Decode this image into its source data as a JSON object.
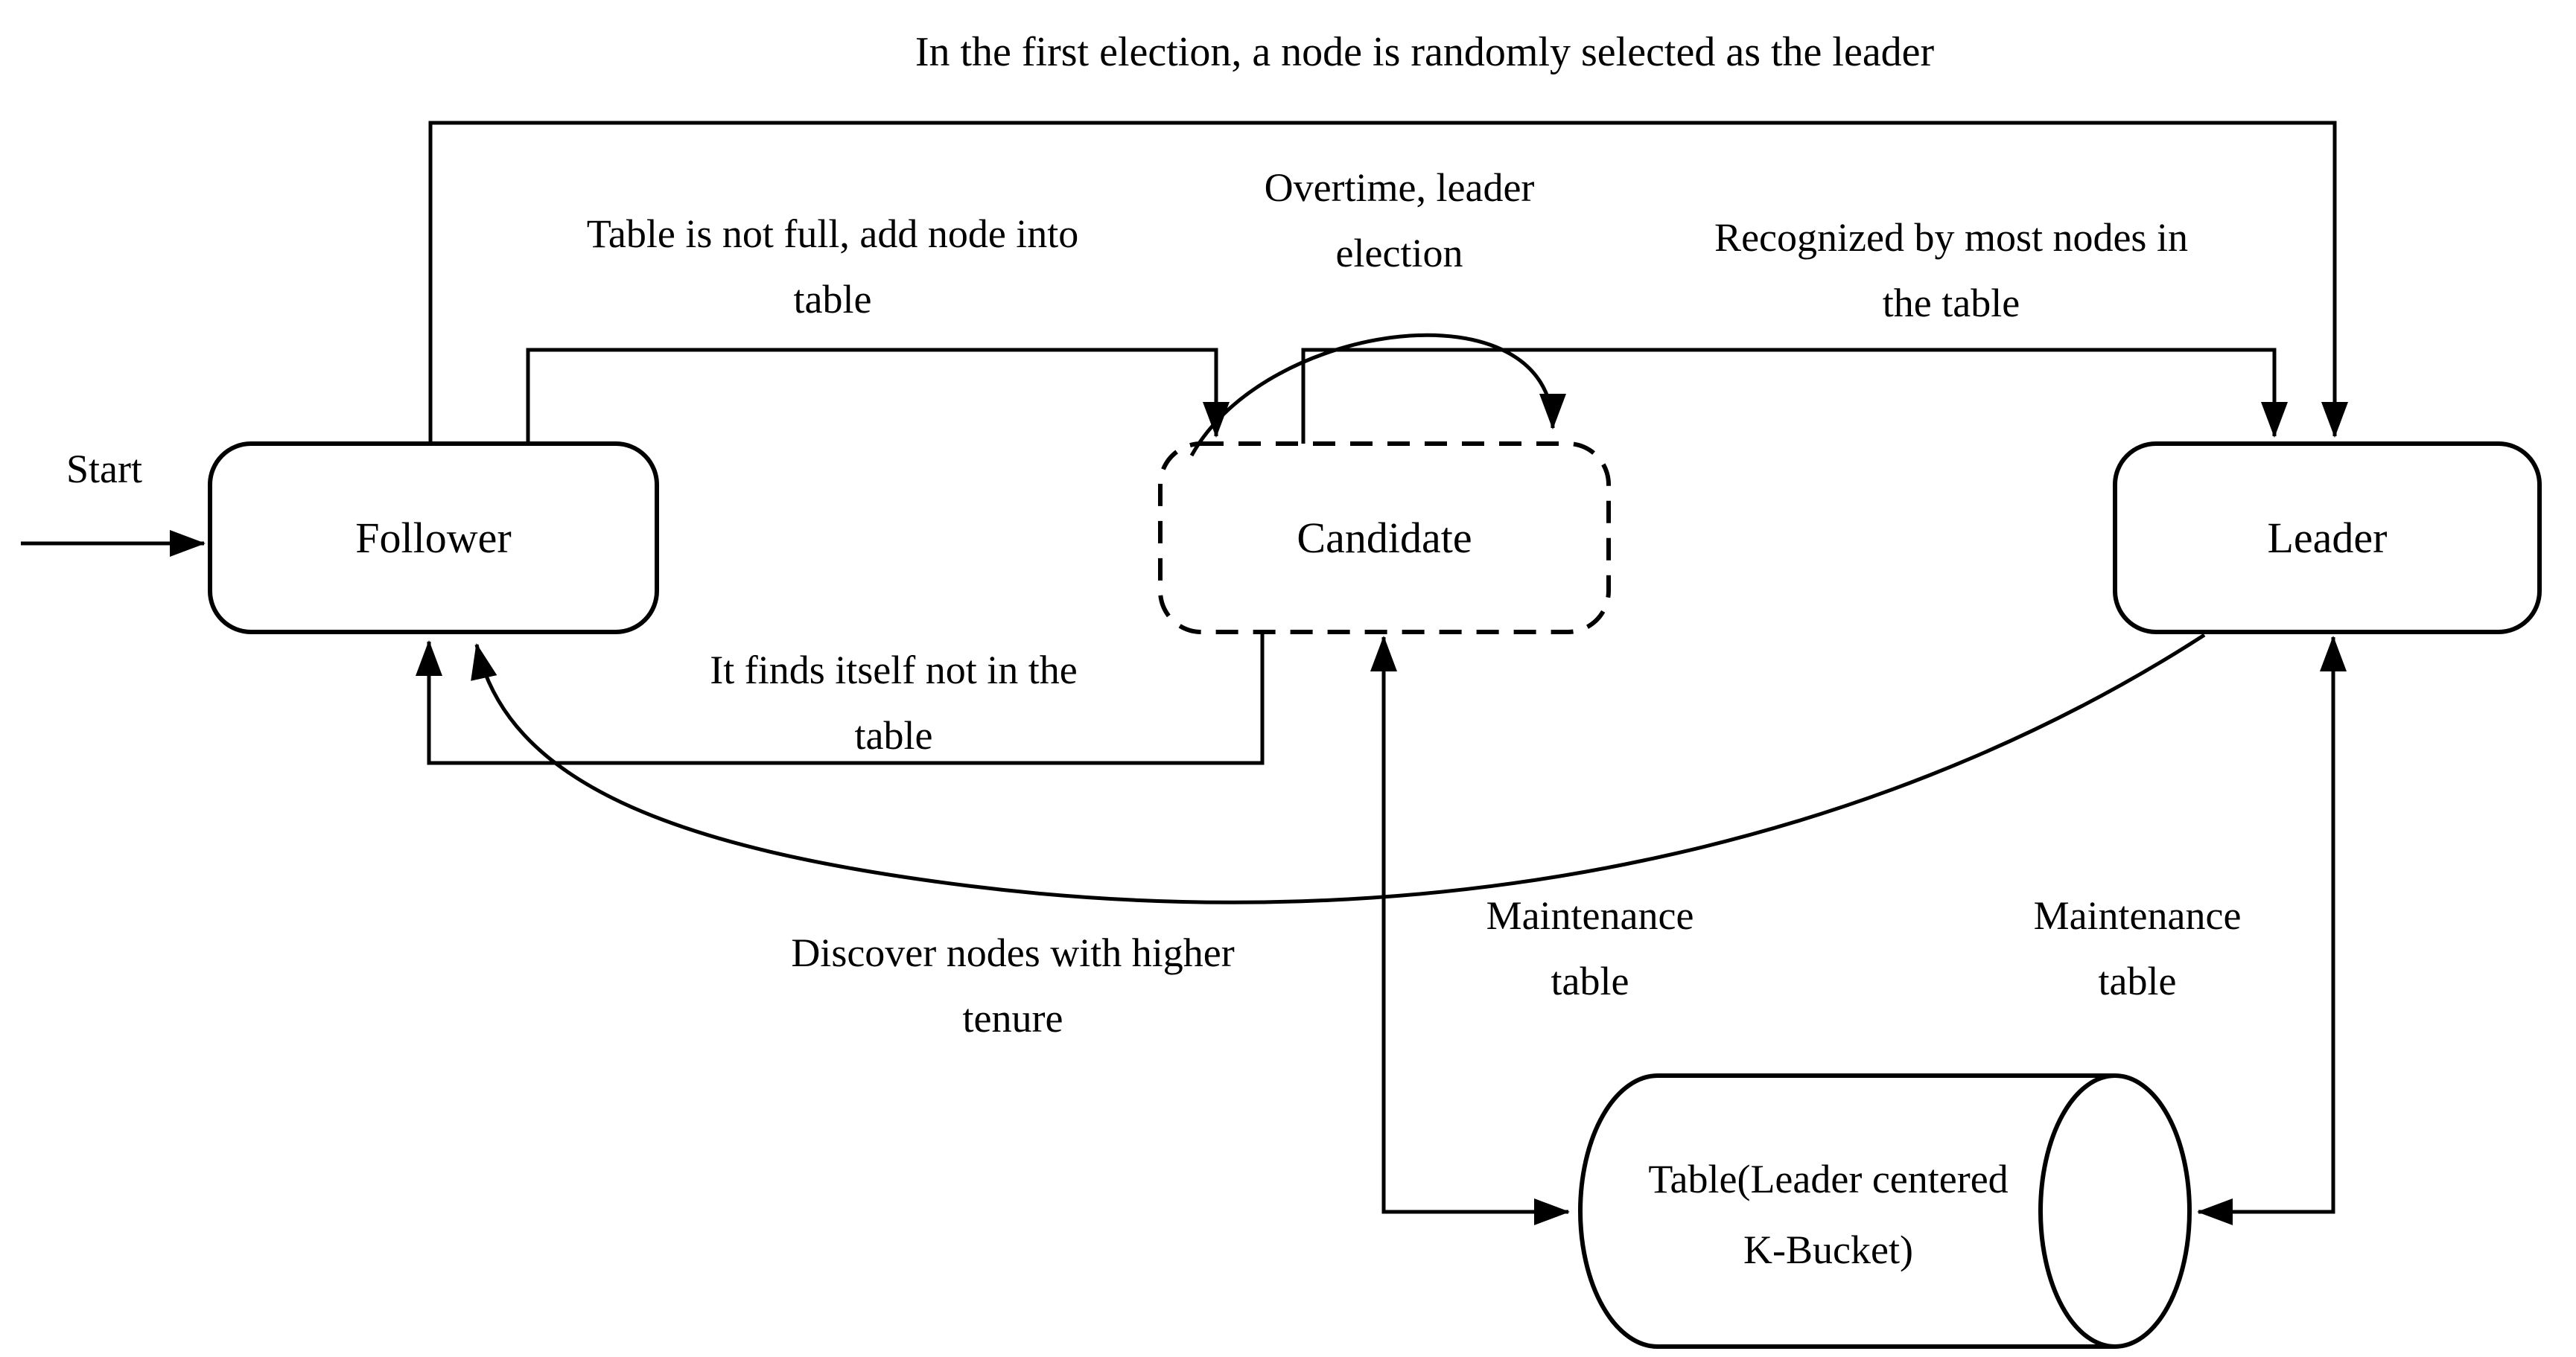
{
  "colors": {
    "background": "#ffffff",
    "stroke": "#000000",
    "text": "#000000"
  },
  "title": "In the first election, a node is randomly selected as the leader",
  "start_label": "Start",
  "nodes": {
    "follower": {
      "label": "Follower"
    },
    "candidate": {
      "label": "Candidate"
    },
    "leader": {
      "label": "Leader"
    },
    "table": {
      "line1": "Table(Leader centered",
      "line2": "K-Bucket)"
    }
  },
  "edges": {
    "add_node": {
      "line1": "Table is not full, add node into",
      "line2": "table"
    },
    "overtime": {
      "line1": "Overtime, leader",
      "line2": "election"
    },
    "recognized": {
      "line1": "Recognized by most nodes in",
      "line2": "the table"
    },
    "not_in_table": {
      "line1": "It finds itself not in the",
      "line2": "table"
    },
    "discover": {
      "line1": "Discover nodes with higher",
      "line2": "tenure"
    },
    "maintenance_candidate": {
      "line1": "Maintenance",
      "line2": "table"
    },
    "maintenance_leader": {
      "line1": "Maintenance",
      "line2": "table"
    }
  }
}
